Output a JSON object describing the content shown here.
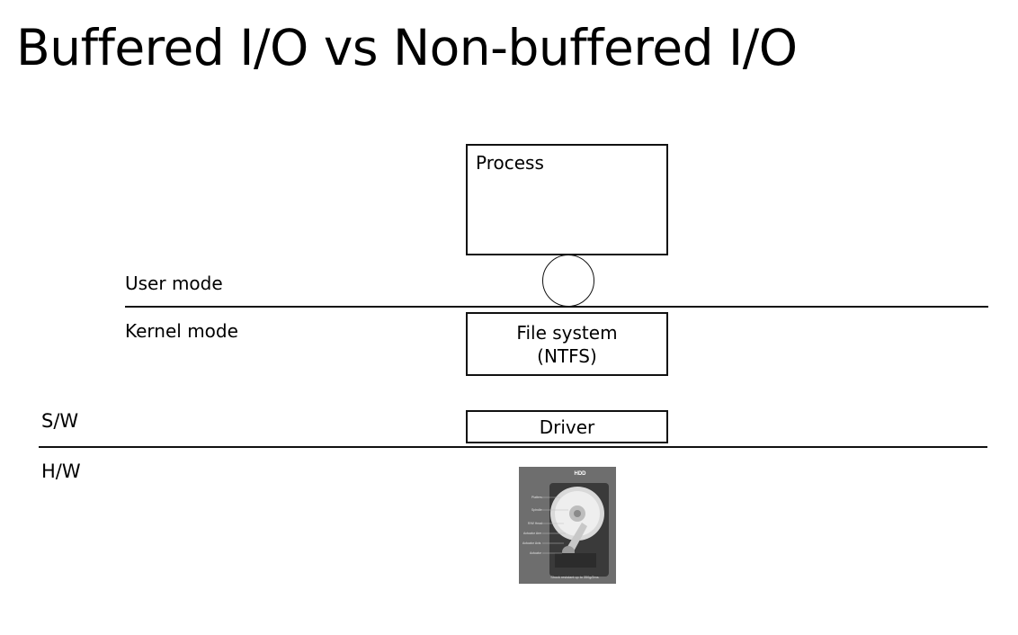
{
  "title": "Buffered I/O vs Non-buffered I/O",
  "modes": {
    "user": "User mode",
    "kernel": "Kernel mode"
  },
  "layers": {
    "software": "S/W",
    "hardware": "H/W"
  },
  "boxes": {
    "process": "Process",
    "filesystem_line1": "File system",
    "filesystem_line2": "(NTFS)",
    "driver": "Driver"
  },
  "hdd_image": {
    "heading": "HDD",
    "callouts": [
      "Platters",
      "Spindle",
      "R/W Head",
      "Actuator Arm",
      "Actuator Axis",
      "Actuator"
    ],
    "footer": "Shock resistant up to 350g/2ms",
    "icon": "hard-disk-drive"
  },
  "colors": {
    "line": "#111111",
    "hdd_background": "#6e6e6e"
  }
}
